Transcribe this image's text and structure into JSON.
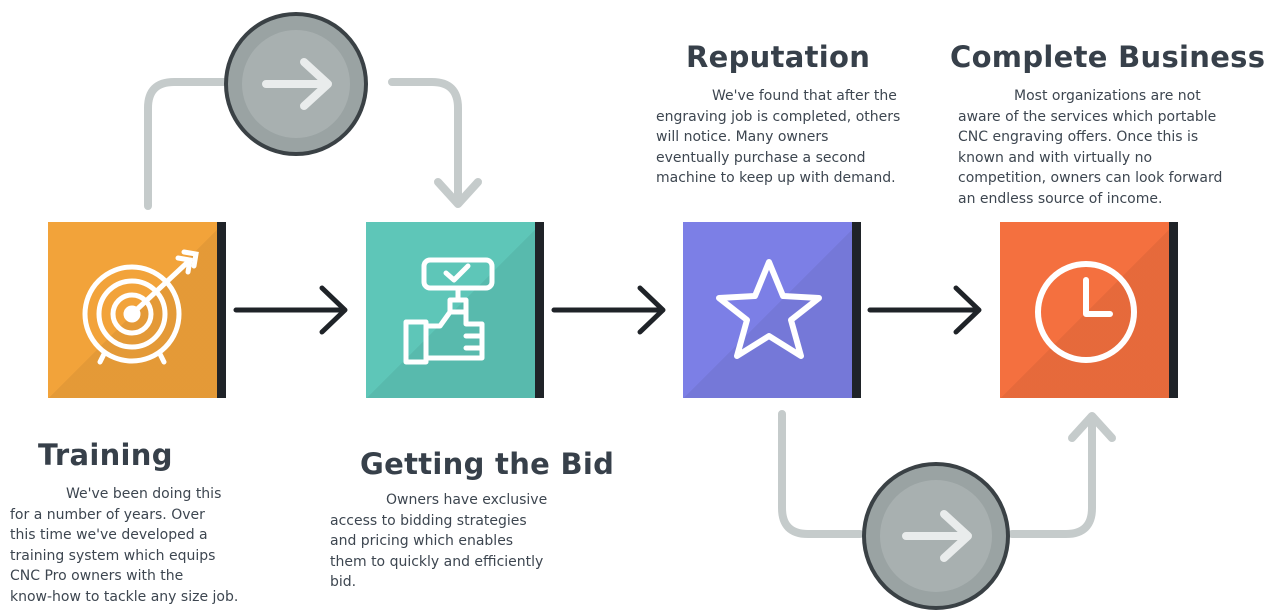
{
  "steps": [
    {
      "title": "Training",
      "icon": "target-icon",
      "color": "#F2A33A",
      "lines": [
        "We've been doing this",
        "for a number of years.  Over",
        "this time we've developed a",
        "training system which equips",
        "CNC Pro owners with the",
        "know-how to tackle any size job."
      ]
    },
    {
      "title": "Getting the Bid",
      "icon": "bid-hand-icon",
      "color": "#5EC6B8",
      "lines": [
        "Owners have exclusive",
        "access to bidding strategies",
        "and pricing which enables",
        "them to quickly and efficiently",
        "bid."
      ]
    },
    {
      "title": "Reputation",
      "icon": "star-icon",
      "color": "#7C7FE6",
      "lines": [
        "We've found that after the",
        "engraving job is completed, others",
        "will notice.  Many owners",
        "eventually purchase a second",
        "machine to keep up with demand."
      ]
    },
    {
      "title": "Complete Business",
      "icon": "clock-icon",
      "color": "#F4703F",
      "lines": [
        "Most organizations are not",
        "aware of the services which portable",
        "CNC engraving offers.  Once this is",
        "known and with virtually no",
        "competition, owners can look forward",
        "an endless source of income."
      ]
    }
  ],
  "colors": {
    "connector": "#C5CBCB",
    "arrow": "#1F2328",
    "circle_fill": "#9AA3A3",
    "circle_stroke": "#3A4145",
    "circle_arrow": "#E9ECEC",
    "text": "#3D4650"
  }
}
